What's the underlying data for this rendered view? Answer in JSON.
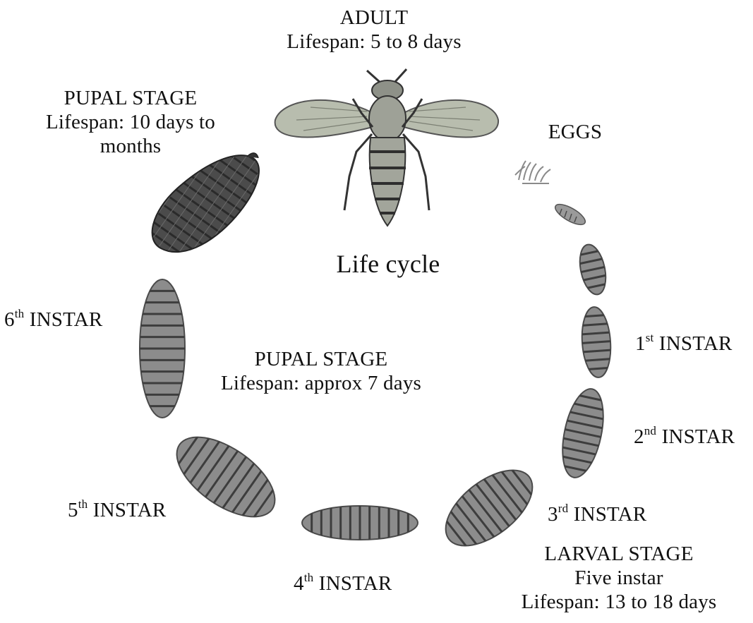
{
  "title": "Life cycle",
  "adult": {
    "name": "ADULT",
    "lifespan": "Lifespan:  5 to 8 days"
  },
  "pupal_top": {
    "name": "PUPAL STAGE",
    "lifespan_line1": "Lifespan:  10 days to",
    "lifespan_line2": "months"
  },
  "pupal_center": {
    "name": "PUPAL STAGE",
    "lifespan": "Lifespan:  approx 7 days"
  },
  "eggs": {
    "name": "EGGS"
  },
  "instars": {
    "first": {
      "num": "1",
      "suffix": "st",
      "word": "INSTAR"
    },
    "second": {
      "num": "2",
      "suffix": "nd",
      "word": "INSTAR"
    },
    "third": {
      "num": "3",
      "suffix": "rd",
      "word": "INSTAR"
    },
    "fourth": {
      "num": "4",
      "suffix": "th",
      "word": "INSTAR"
    },
    "fifth": {
      "num": "5",
      "suffix": "th",
      "word": "INSTAR"
    },
    "sixth": {
      "num": "6",
      "suffix": "th",
      "word": "INSTAR"
    }
  },
  "larval": {
    "name": "LARVAL STAGE",
    "instar_count": "Five instar",
    "lifespan": "Lifespan:  13 to 18 days"
  },
  "colors": {
    "larva_fill": "#8c8c8c",
    "larva_stripe": "#3d3d3d",
    "pupa_fill": "#4a4a4a",
    "wing_fill": "#b7bcae",
    "body_fill": "#9ea197",
    "text": "#111111"
  },
  "icons": [
    "fly-icon",
    "egg-cluster-icon",
    "larva-icon",
    "pupa-icon"
  ]
}
